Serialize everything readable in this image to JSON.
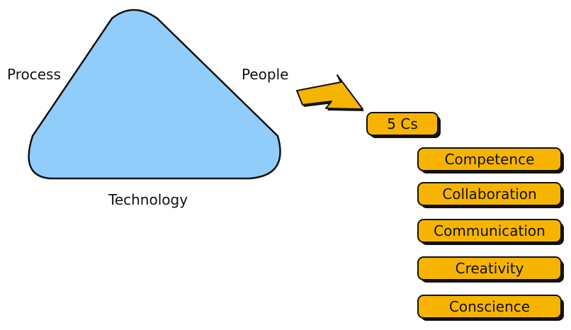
{
  "triangle": {
    "corners": {
      "left": "Process",
      "right": "People",
      "bottom": "Technology"
    },
    "fill_color": "#90cdfb",
    "stroke_color": "#111111"
  },
  "arrow": {
    "color": "#f6b400"
  },
  "five_cs": {
    "heading": "5 Cs",
    "items": [
      "Competence",
      "Collaboration",
      "Communication",
      "Creativity",
      "Conscience"
    ],
    "box_color": "#f6b400"
  }
}
